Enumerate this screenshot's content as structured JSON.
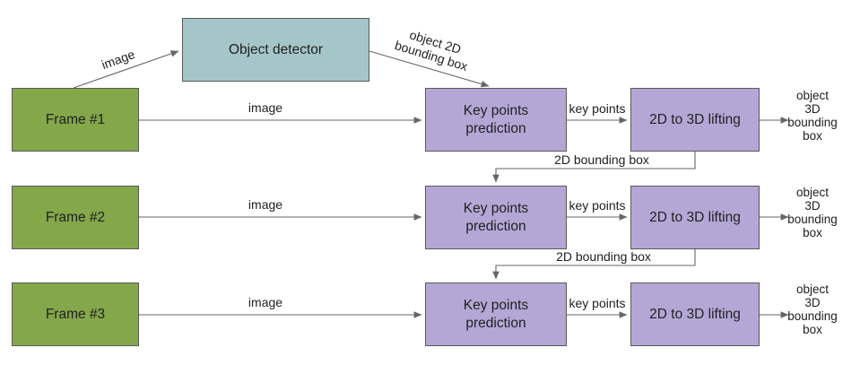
{
  "diagram": {
    "nodes": {
      "frame_1": "Frame #1",
      "frame_2": "Frame #2",
      "frame_3": "Frame #3",
      "object_detector": "Object detector",
      "key_points_prediction": "Key points\nprediction",
      "lifting": "2D to 3D lifting"
    },
    "edge_labels": {
      "image": "image",
      "object_2d_bbox": "object 2D\nbounding box",
      "key_points": "key points",
      "bbox_2d": "2D bounding box",
      "object_3d_bbox": "object 3D\nbounding box"
    },
    "colors": {
      "frame_fill": "#84A74A",
      "detector_fill": "#A5C6C9",
      "module_fill": "#B4A7D6",
      "border": "#595959",
      "arrow": "#666666",
      "text": "#212121"
    }
  }
}
